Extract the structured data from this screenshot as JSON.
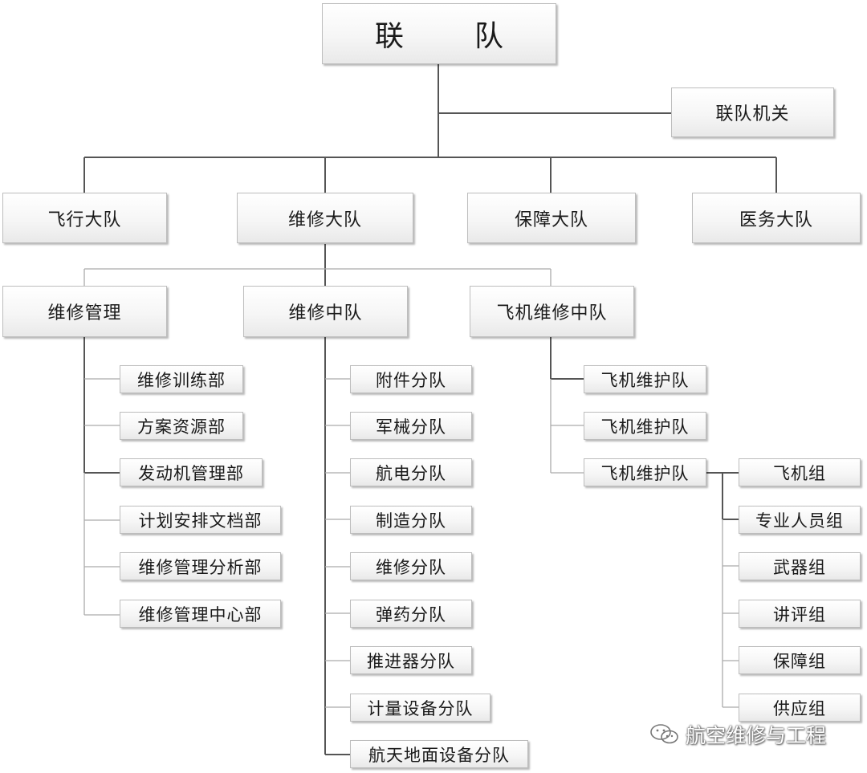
{
  "root": {
    "left": "联",
    "right": "队"
  },
  "hq": "联队机关",
  "groups": {
    "flight": "飞行大队",
    "maintenance": "维修大队",
    "support": "保障大队",
    "medical": "医务大队"
  },
  "maintenance_units": {
    "management": "维修管理",
    "squadron": "维修中队",
    "aircraft_squadron": "飞机维修中队"
  },
  "management_depts": [
    "维修训练部",
    "方案资源部",
    "发动机管理部",
    "计划安排文档部",
    "维修管理分析部",
    "维修管理中心部"
  ],
  "squadron_flights": [
    "附件分队",
    "军械分队",
    "航电分队",
    "制造分队",
    "维修分队",
    "弹药分队",
    "推进器分队",
    "计量设备分队",
    "航天地面设备分队"
  ],
  "aircraft_units": [
    "飞机维护队",
    "飞机维护队",
    "飞机维护队"
  ],
  "aircraft_groups": [
    "飞机组",
    "专业人员组",
    "武器组",
    "讲评组",
    "保障组",
    "供应组"
  ],
  "watermark": "航空维修与工程"
}
